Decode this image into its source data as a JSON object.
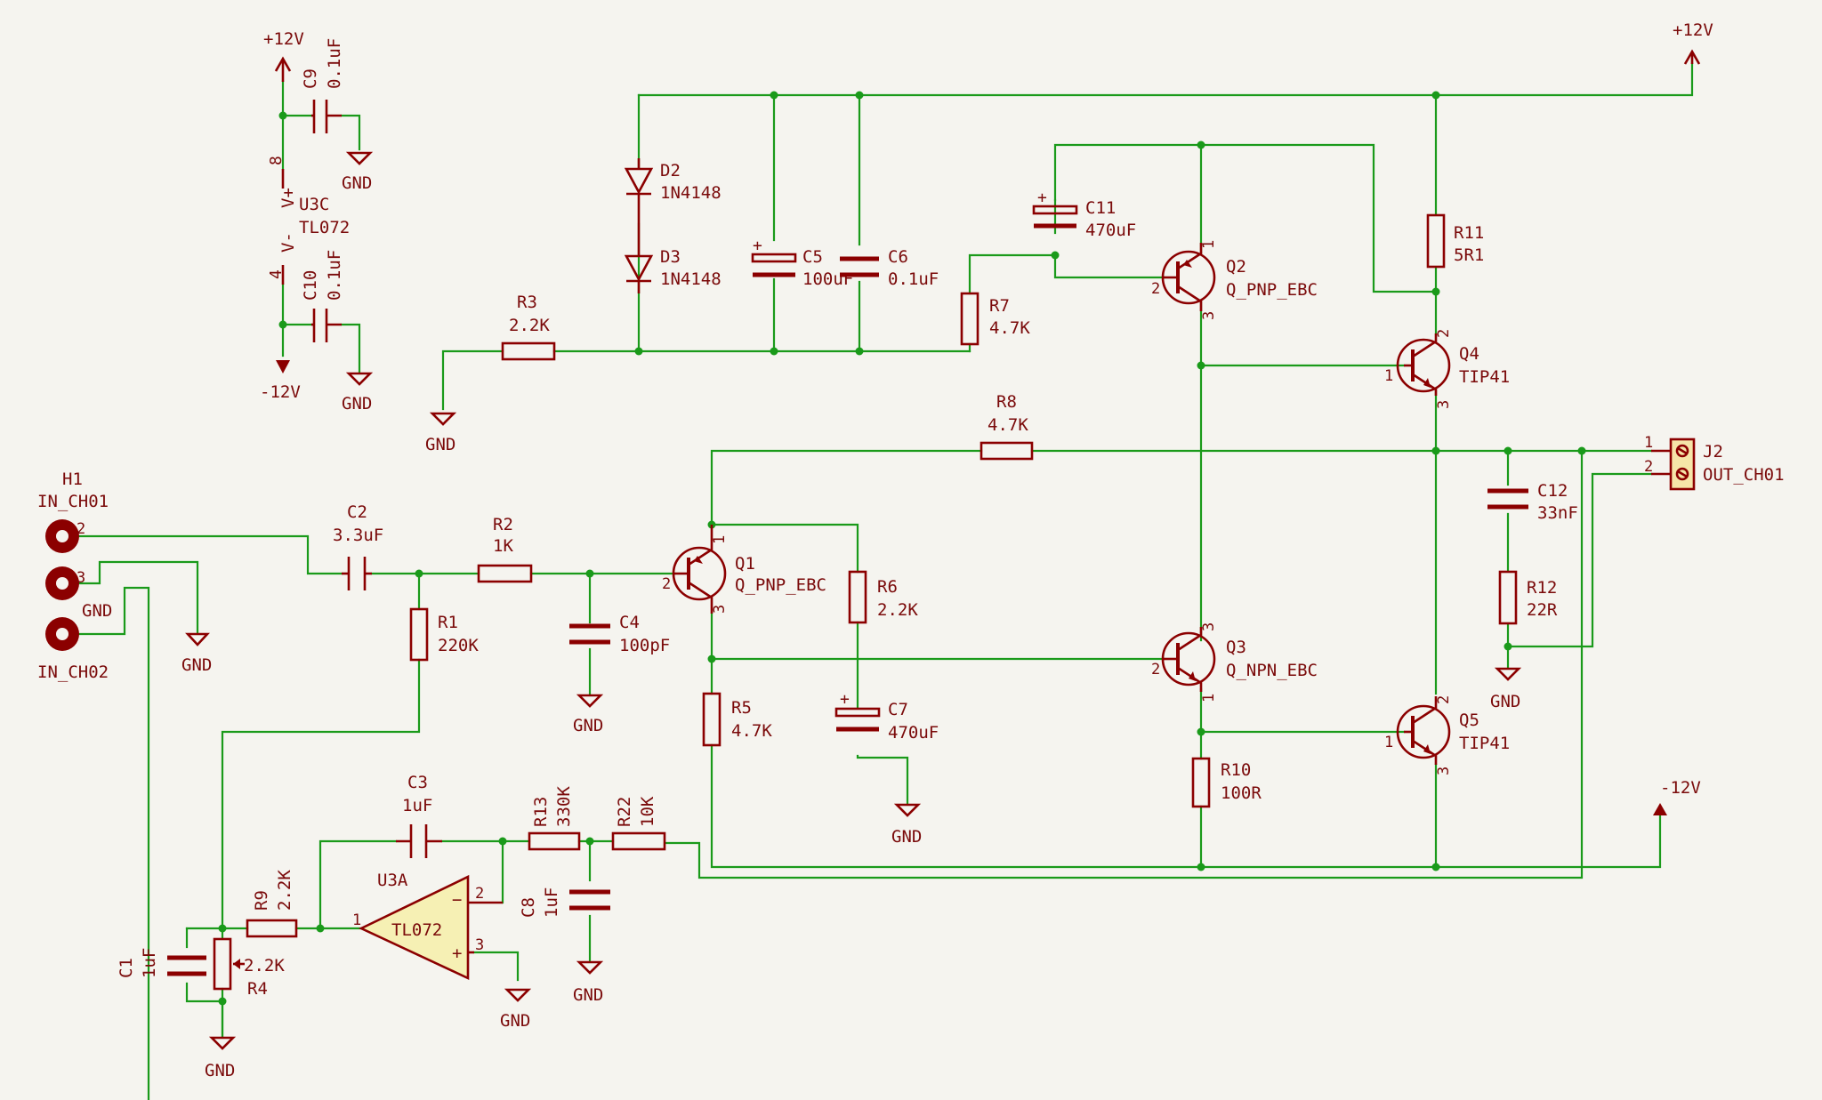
{
  "labels": {
    "p12_left": "+12V",
    "p12_right": "+12V",
    "m12_left": "-12V",
    "m12_right": "-12V",
    "c9_ref": "C9",
    "c9_val": "0.1uF",
    "c10_ref": "C10",
    "c10_val": "0.1uF",
    "u3c_ref": "U3C",
    "u3c_val": "TL072",
    "u3c_vplus": "V+",
    "u3c_vminus": "V-",
    "u3c_pin8": "8",
    "u3c_pin4": "4",
    "d2_ref": "D2",
    "d2_val": "1N4148",
    "d3_ref": "D3",
    "d3_val": "1N4148",
    "c5_ref": "C5",
    "c5_val": "100uF",
    "c6_ref": "C6",
    "c6_val": "0.1uF",
    "c11_ref": "C11",
    "c11_val": "470uF",
    "r3_ref": "R3",
    "r3_val": "2.2K",
    "r7_ref": "R7",
    "r7_val": "4.7K",
    "r11_ref": "R11",
    "r11_val": "5R1",
    "r8_ref": "R8",
    "r8_val": "4.7K",
    "q2_ref": "Q2",
    "q2_val": "Q_PNP_EBC",
    "q4_ref": "Q4",
    "q4_val": "TIP41",
    "q1_ref": "Q1",
    "q1_val": "Q_PNP_EBC",
    "q3_ref": "Q3",
    "q3_val": "Q_NPN_EBC",
    "q5_ref": "Q5",
    "q5_val": "TIP41",
    "h1_ref": "H1",
    "h1_val": "IN_CH01",
    "in_ch02": "IN_CH02",
    "c2_ref": "C2",
    "c2_val": "3.3uF",
    "r2_ref": "R2",
    "r2_val": "1K",
    "r1_ref": "R1",
    "r1_val": "220K",
    "c4_ref": "C4",
    "c4_val": "100pF",
    "r6_ref": "R6",
    "r6_val": "2.2K",
    "r5_ref": "R5",
    "r5_val": "4.7K",
    "c7_ref": "C7",
    "c7_val": "470uF",
    "r10_ref": "R10",
    "r10_val": "100R",
    "j2_ref": "J2",
    "j2_val": "OUT_CH01",
    "c12_ref": "C12",
    "c12_val": "33nF",
    "r12_ref": "R12",
    "r12_val": "22R",
    "c3_ref": "C3",
    "c3_val": "1uF",
    "r13_ref": "R13",
    "r13_val": "330K",
    "r22_ref": "R22",
    "r22_val": "10K",
    "u3a_ref": "U3A",
    "u3a_val": "TL072",
    "c8_ref": "C8",
    "c8_val": "1uF",
    "r9_ref": "R9",
    "r9_val": "2.2K",
    "r4_ref": "R4",
    "r4_val": "2.2K",
    "c1_ref": "C1",
    "c1_val": "1uF",
    "gnd": "GND",
    "pin_1": "1",
    "pin_2": "2",
    "pin_3": "3"
  }
}
